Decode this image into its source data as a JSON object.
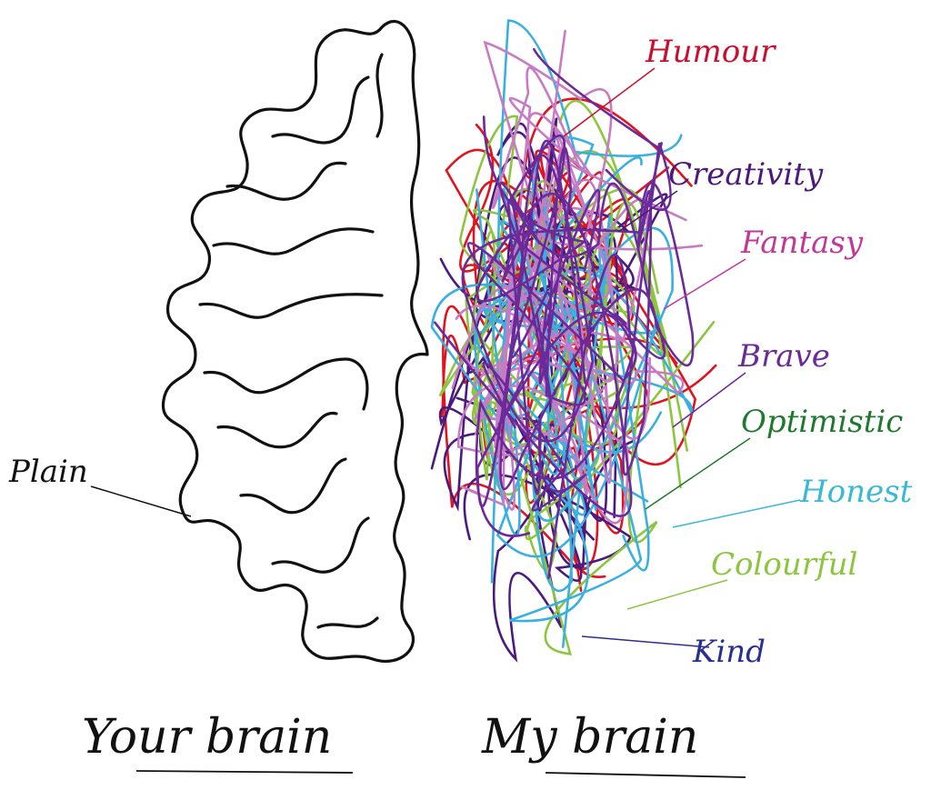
{
  "left_caption": "Your brain",
  "right_caption": "My brain",
  "plain_label": {
    "text": "Plain",
    "color": "#111111"
  },
  "traits": [
    {
      "text": "Humour",
      "color": "#c8102e"
    },
    {
      "text": "Creativity",
      "color": "#4b1a7a"
    },
    {
      "text": "Fantasy",
      "color": "#c0399a"
    },
    {
      "text": "Brave",
      "color": "#6a2a9a"
    },
    {
      "text": "Optimistic",
      "color": "#1f7a2e"
    },
    {
      "text": "Honest",
      "color": "#3ab8d8"
    },
    {
      "text": "Colourful",
      "color": "#8cc63f"
    },
    {
      "text": "Kind",
      "color": "#2b2f8f"
    }
  ],
  "scribble_colors": [
    "#e0141e",
    "#4a1a7c",
    "#8cc63f",
    "#3ab0e0",
    "#c77bc4",
    "#6b2a9a"
  ]
}
